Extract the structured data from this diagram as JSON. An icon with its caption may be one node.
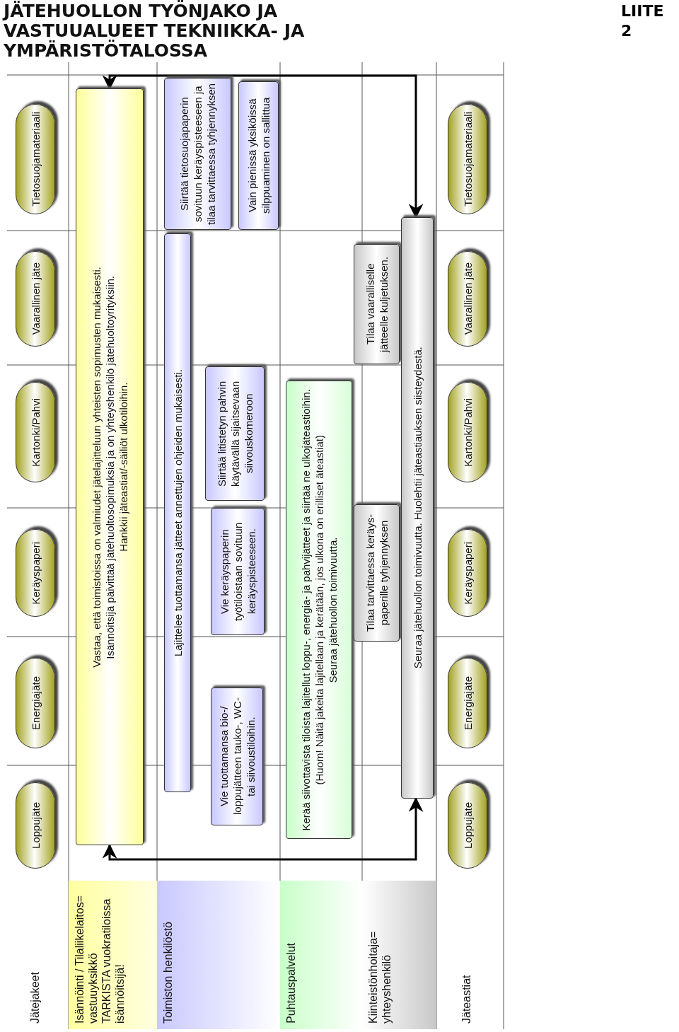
{
  "diagram": {
    "title": "JÄTEHUOLLON TYÖNJAKO JA VASTUUALUEET TEKNIIKKA- JA YMPÄRISTÖTALOSSA",
    "nodes": [
      {
        "text": [
          "Tietosuojamateriaali"
        ]
      },
      {
        "text": [
          "Vaarallinen jäte"
        ]
      },
      {
        "text": [
          "Kartonki/Pahvi"
        ]
      },
      {
        "text": [
          "Keräyspaperi"
        ]
      },
      {
        "text": [
          "Energiajäte"
        ]
      },
      {
        "text": [
          "Loppujäte"
        ]
      },
      {
        "text": [
          "Vastaa, että toimistoissa on valmiudet jätelajitteluun yhteisten sopimusten mukaisesti.",
          "Isännöitsijä päivittää jätehuoltosopimuksia ja on yhteyshenkilö jätehuoltoyrityksiin.",
          "Hankkii jäteastiat/-säiliöt ulkotiloihin."
        ]
      },
      {
        "text": [
          "Siirtää tietosuojapaperin sovituun keräyspisteeseen ja tilaa tarvittaessa tyhjennyksen"
        ]
      },
      {
        "text": [
          "Vain pienissä yksiköissä silppuaminen on sallittua"
        ]
      },
      {
        "text": [
          "Lajittelee tuottamansa jätteet annettujen ohjeiden mukaisesti."
        ]
      },
      {
        "text": [
          "Siirtää litistetyn pahvin käytävällä sijaitsevaan siivouskomeroon"
        ]
      },
      {
        "text": [
          "Vie keräyspaperin työtiloistaan sovituun keräyspisteeseen."
        ]
      },
      {
        "text": [
          "Vie tuottamansa bio-/ loppujätteen tauko-, WC- tai siivoustiloihin."
        ]
      },
      {
        "text": [
          "Tilaa vaaralliselle jätteelle kuljetuksen."
        ]
      },
      {
        "text": [
          "Kerää siivottavista tiloista lajitellut loppu-, energia- ja pahvijätteet ja siirtää ne ulkojäteastioihin.",
          "(Huom! Näitä jakeita lajitellaan ja kerätään, jos ulkona on erilliset äteastiat)",
          "Seuraa jätehuollon toimivuutta."
        ]
      },
      {
        "text": [
          "Tilaa tarvittaessa keräys- paperille tyhjennyksen"
        ]
      },
      {
        "text": [
          "Seuraa jätehuollon toimivuutta. Huolehtii jäteastiauksen siisteydestä."
        ]
      },
      {
        "text": [
          "Tietosuojamateriaali"
        ]
      },
      {
        "text": [
          "Vaarallinen jäte"
        ]
      },
      {
        "text": [
          "Kartonki/Pahvi"
        ]
      },
      {
        "text": [
          "Keräyspaperi"
        ]
      },
      {
        "text": [
          "Energiajäte"
        ]
      },
      {
        "text": [
          "Loppujäte"
        ]
      },
      {
        "text": [
          "Isännöinti / Tilaliikelaitos= vastuuyksikkö",
          "TARKISTA vuokratiloissa isännöitsijä!"
        ]
      },
      {
        "text": [
          "Toimiston henkilöstö"
        ]
      },
      {
        "text": [
          "Puhtauspalvelut"
        ]
      },
      {
        "text": [
          "Kiinteistönhoitaja= yhteyshenkilö"
        ]
      }
    ],
    "edges": [
      {
        "from": 6,
        "to": 16,
        "arrow": "both"
      },
      {
        "from": 6,
        "to": 16,
        "arrow": "both"
      }
    ],
    "labels": [
      "LIITE 2",
      "Jätejakeet",
      "Jäteastiat"
    ]
  }
}
